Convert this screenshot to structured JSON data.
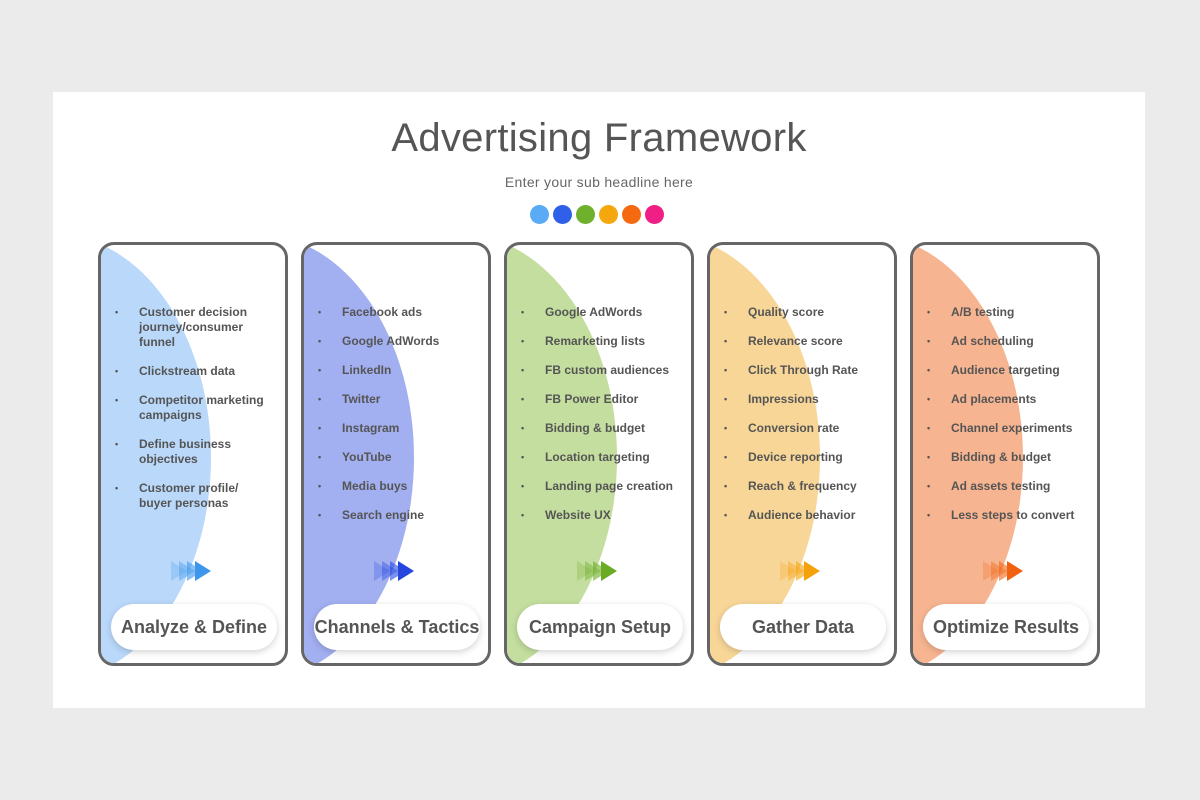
{
  "title": "Advertising Framework",
  "subtitle": "Enter your sub headline here",
  "dots": [
    "#5aabf5",
    "#2f60e8",
    "#6fb12d",
    "#f5a70e",
    "#f56a10",
    "#f01f85"
  ],
  "cards": [
    {
      "label": "Analyze & Define",
      "blob_color": "#b9d8fa",
      "arrow_color": "#3d96ec",
      "items": [
        "Customer decision journey/consumer funnel",
        "Clickstream data",
        "Competitor marketing campaigns",
        "Define business objectives",
        "Customer profile/ buyer personas"
      ]
    },
    {
      "label": "Channels & Tactics",
      "blob_color": "#a2aff0",
      "arrow_color": "#2547e0",
      "items": [
        "Facebook ads",
        "Google AdWords",
        "LinkedIn",
        "Twitter",
        "Instagram",
        "YouTube",
        "Media buys",
        "Search engine"
      ]
    },
    {
      "label": "Campaign Setup",
      "blob_color": "#c3de9e",
      "arrow_color": "#6aab24",
      "items": [
        "Google AdWords",
        "Remarketing lists",
        "FB custom audiences",
        "FB Power Editor",
        "Bidding & budget",
        "Location targeting",
        "Landing page creation",
        "Website UX"
      ]
    },
    {
      "label": "Gather Data",
      "blob_color": "#f8d698",
      "arrow_color": "#f5a10c",
      "items": [
        "Quality score",
        "Relevance score",
        "Click Through Rate",
        "Impressions",
        "Conversion rate",
        "Device reporting",
        "Reach & frequency",
        "Audience behavior"
      ]
    },
    {
      "label": "Optimize Results",
      "blob_color": "#f7b490",
      "arrow_color": "#f0620f",
      "items": [
        "A/B testing",
        "Ad scheduling",
        "Audience targeting",
        "Ad placements",
        "Channel experiments",
        "Bidding & budget",
        "Ad assets testing",
        "Less steps to convert"
      ]
    }
  ]
}
